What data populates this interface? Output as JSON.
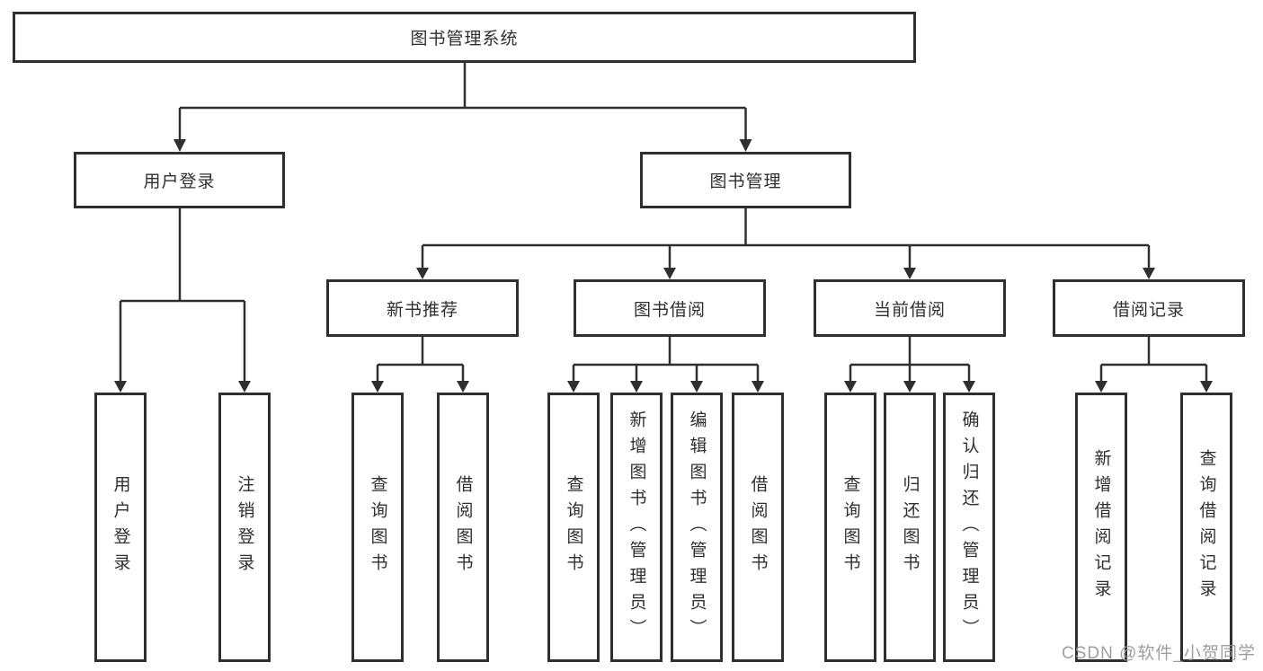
{
  "tree": {
    "root": "图书管理系统",
    "user": {
      "label": "用户登录",
      "children": [
        "用户登录",
        "注销登录"
      ]
    },
    "book": {
      "label": "图书管理",
      "groups": [
        {
          "label": "新书推荐",
          "children": [
            "查询图书",
            "借阅图书"
          ]
        },
        {
          "label": "图书借阅",
          "children": [
            "查询图书",
            "新增图书（管理员）",
            "编辑图书（管理员）",
            "借阅图书"
          ]
        },
        {
          "label": "当前借阅",
          "children": [
            "查询图书",
            "归还图书",
            "确认归还（管理员）"
          ]
        },
        {
          "label": "借阅记录",
          "children": [
            "新增借阅记录",
            "查询借阅记录"
          ]
        }
      ]
    }
  },
  "watermark": "CSDN @软件_小贺同学",
  "colors": {
    "line": "#2f2f2f",
    "text": "#2f2f2f",
    "box_fill": "#ffffff",
    "watermark": "#949494",
    "background": "#ffffff"
  }
}
